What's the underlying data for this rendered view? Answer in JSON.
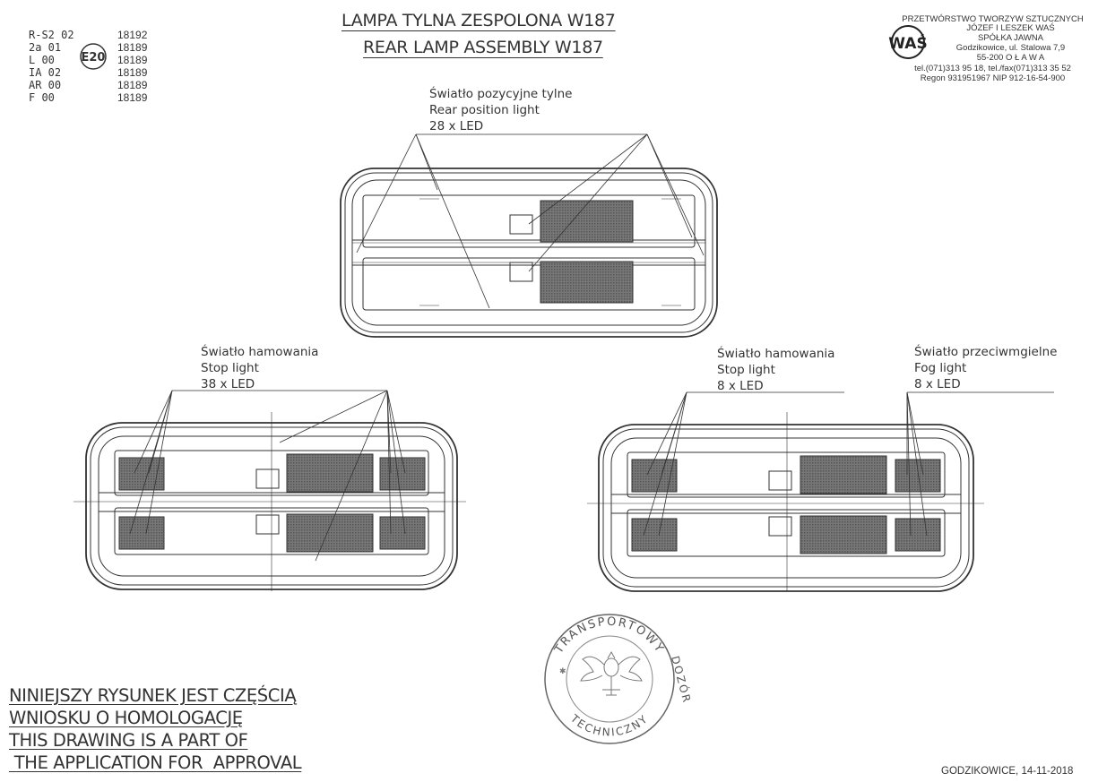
{
  "registrations": [
    {
      "code": "R-S2 02",
      "number": "18192"
    },
    {
      "code": "2a 01",
      "number": "18189"
    },
    {
      "code": "L 00",
      "number": "18189"
    },
    {
      "code": "IA 02",
      "number": "18189"
    },
    {
      "code": "AR 00",
      "number": "18189"
    },
    {
      "code": "F 00",
      "number": "18189"
    }
  ],
  "approval_mark": "E20",
  "title": {
    "polish": "LAMPA TYLNA ZESPOLONA W187",
    "english": "REAR LAMP ASSEMBLY W187"
  },
  "company": {
    "logo_text": "WAŚ",
    "lines": [
      "PRZETWÓRSTWO TWORZYW SZTUCZNYCH",
      "JÓZEF I LESZEK WAŚ",
      "SPÓŁKA JAWNA",
      "Godzikowice, ul. Stalowa 7,9",
      "55-200  O Ł A W A",
      "tel.(071)313 95 18, tel./fax(071)313 35 52",
      "Regon 931951967 NIP 912-16-54-900"
    ]
  },
  "labels": {
    "position_light": [
      "Światło pozycyjne tylne",
      "Rear position light",
      "28 x LED"
    ],
    "stop_light_left": [
      "Światło hamowania",
      "Stop light",
      "38 x LED"
    ],
    "stop_light_right": [
      "Światło hamowania",
      "Stop light",
      "8 x LED"
    ],
    "fog_light": [
      "Światło przeciwmgielne",
      "Fog light",
      "8 x LED"
    ]
  },
  "stamp": {
    "top_text": "TRANSPORTOWY",
    "side_text": "DOZÓR",
    "bottom_text": "TECHNICZNY"
  },
  "note_lines": [
    "NINIEJSZY RYSUNEK JEST CZĘŚCIĄ",
    "WNIOSKU O  HOMOLOGACJĘ",
    "THIS DRAWING IS A PART OF",
    " THE APPLICATION FOR  APPROVAL"
  ],
  "footer": "GODZIKOWICE, 14-11-2018"
}
